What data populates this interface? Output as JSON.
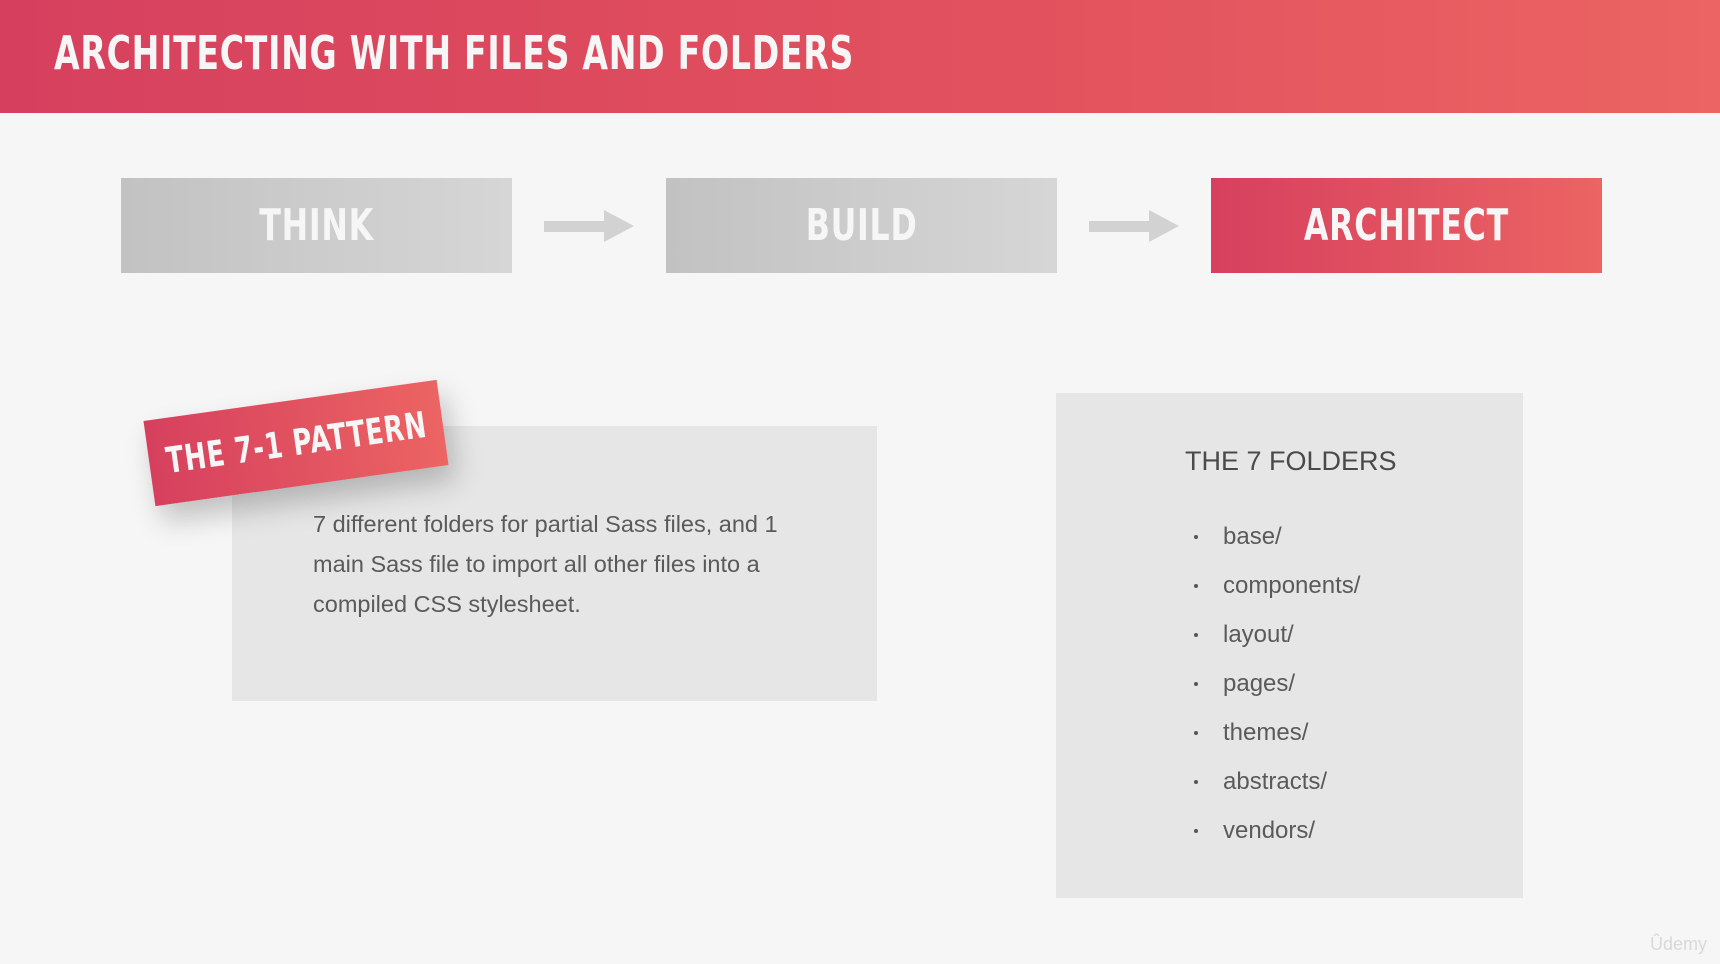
{
  "header": {
    "title": "Architecting with files and folders"
  },
  "steps": [
    {
      "label": "THINK",
      "state": "inactive"
    },
    {
      "label": "BUILD",
      "state": "inactive"
    },
    {
      "label": "ARCHITECT",
      "state": "active"
    }
  ],
  "pattern": {
    "tag": "THE 7-1 PATTERN",
    "description": "7 different folders for partial Sass files, and 1 main Sass file to import all other files into a compiled CSS stylesheet."
  },
  "folders": {
    "title": "THE 7 FOLDERS",
    "items": [
      "base/",
      "components/",
      "layout/",
      "pages/",
      "themes/",
      "abstracts/",
      "vendors/"
    ]
  },
  "watermark": "Ûdemy",
  "colors": {
    "accent_start": "#d6405e",
    "accent_end": "#ec6463",
    "inactive_step": "#c8c8c8",
    "background": "#f6f6f6",
    "card": "#e6e6e6"
  },
  "icons": {
    "step_arrow": "arrow-right-icon"
  }
}
